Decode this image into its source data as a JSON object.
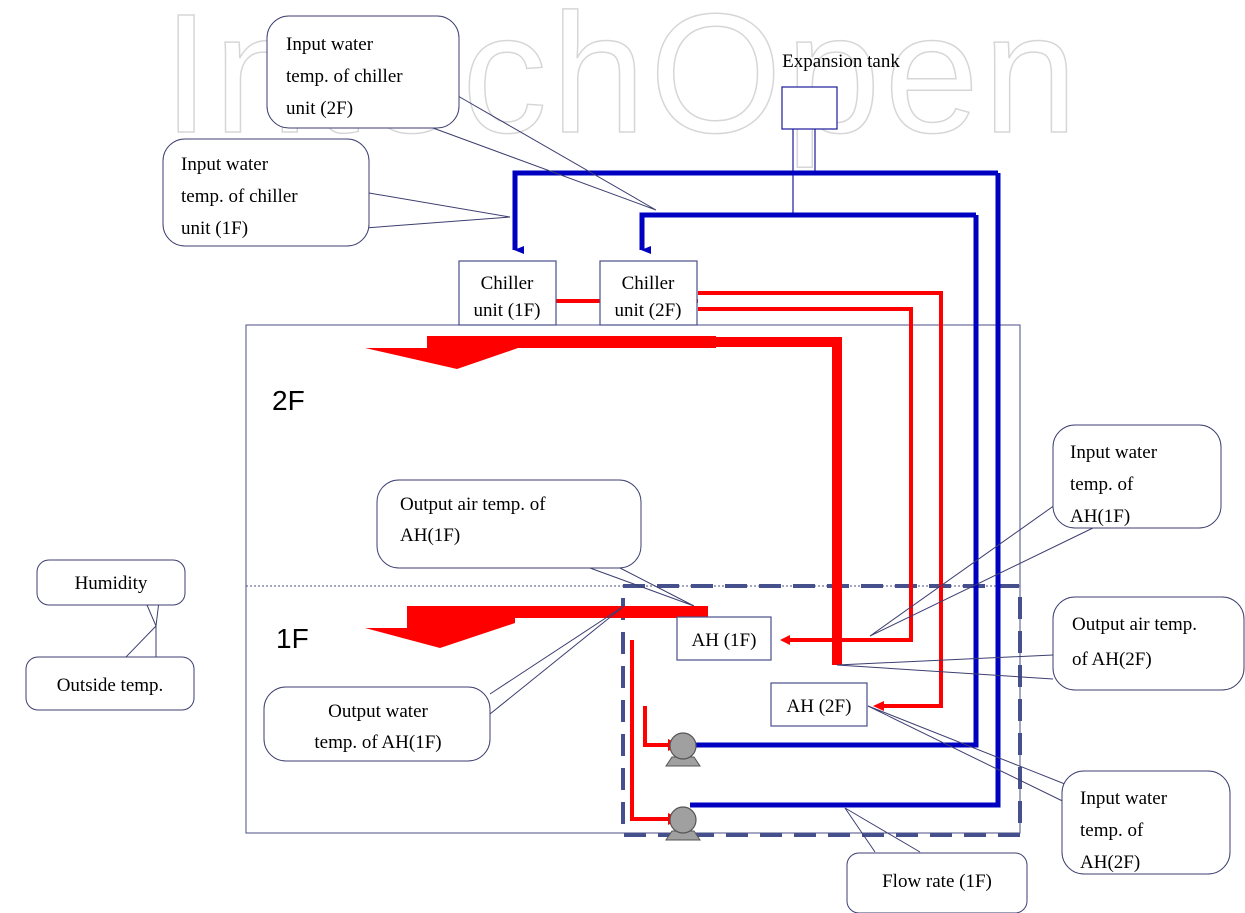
{
  "watermark": "IntechOpen",
  "floors": {
    "upper": "2F",
    "lower": "1F"
  },
  "equipment": {
    "expansion_tank": "Expansion tank",
    "chiller_1f": [
      "Chiller",
      "unit (1F)"
    ],
    "chiller_2f": [
      "Chiller",
      "unit (2F)"
    ],
    "ah_1f": "AH (1F)",
    "ah_2f": "AH (2F)"
  },
  "callouts": {
    "chiller_2f_input": [
      "Input water",
      "temp. of chiller",
      "unit (2F)"
    ],
    "chiller_1f_input": [
      "Input water",
      "temp. of chiller",
      "unit (1F)"
    ],
    "ah1f_output_air": [
      "Output air temp. of",
      "AH(1F)"
    ],
    "humidity": "Humidity",
    "outside_temp": "Outside temp.",
    "ah1f_output_water": [
      "Output water",
      "temp. of AH(1F)"
    ],
    "ah1f_input_water": [
      "Input water",
      "temp. of",
      "AH(1F)"
    ],
    "ah2f_output_air": [
      "Output air temp.",
      "of AH(2F)"
    ],
    "ah2f_input_water": [
      "Input water",
      "temp. of",
      "AH(2F)"
    ],
    "flow_rate": "Flow rate (1F)"
  },
  "colors": {
    "hot_pipe": "#ff0000",
    "cold_pipe": "#0000c0",
    "boundary": "#4a4e8a",
    "dashed_zone": "#46508c",
    "pump": "#a0a0a0"
  }
}
